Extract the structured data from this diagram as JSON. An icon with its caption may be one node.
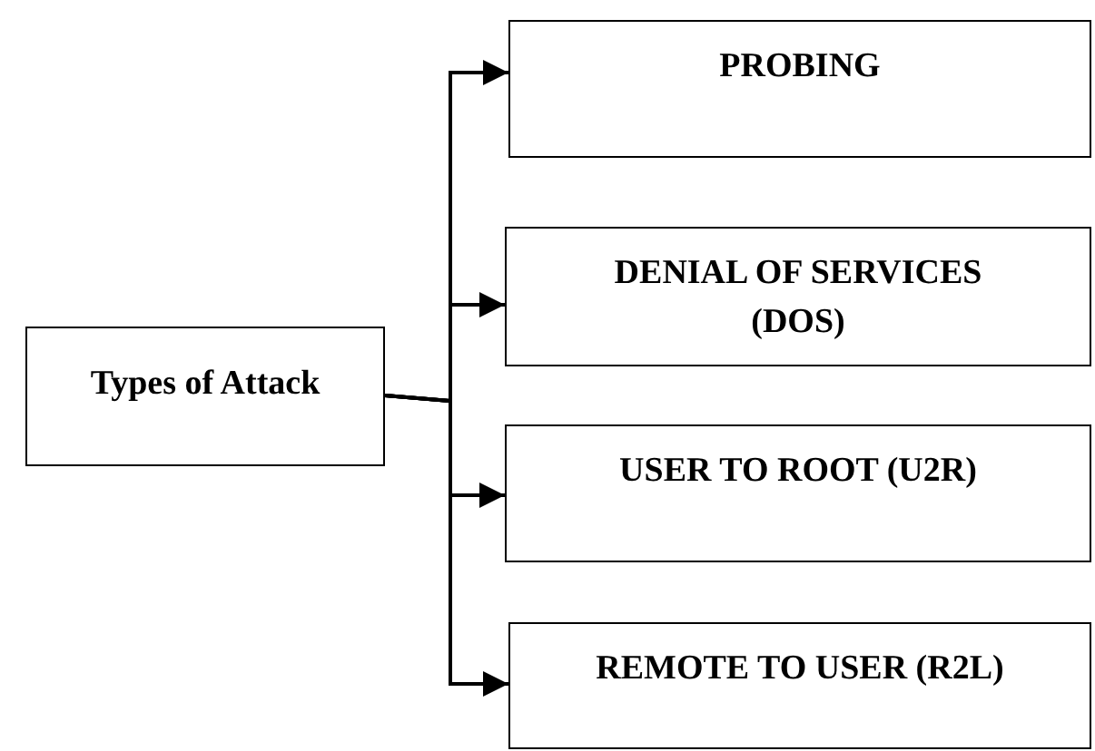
{
  "diagram": {
    "nodes": [
      {
        "text": [
          "Types of Attack"
        ]
      },
      {
        "text": [
          "PROBING"
        ]
      },
      {
        "text": [
          "DENIAL OF SERVICES (DOS)"
        ]
      },
      {
        "text": [
          "USER TO ROOT (U2R)"
        ]
      },
      {
        "text": [
          "REMOTE TO USER (R2L)"
        ]
      }
    ],
    "edges": [
      {
        "from": 0,
        "to": 1,
        "arrow": "to"
      },
      {
        "from": 0,
        "to": 2,
        "arrow": "to"
      },
      {
        "from": 0,
        "to": 3,
        "arrow": "to"
      },
      {
        "from": 0,
        "to": 4,
        "arrow": "to"
      }
    ]
  }
}
